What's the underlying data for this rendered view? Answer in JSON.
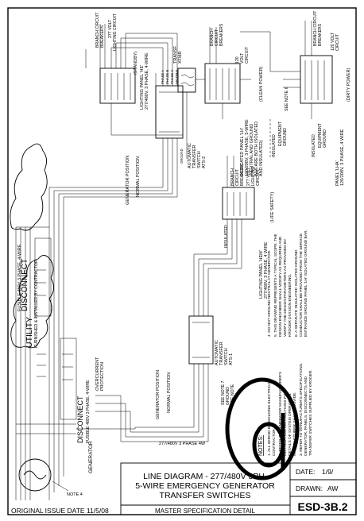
{
  "title_block": {
    "title_1": "LINE DIAGRAM - 277/480V 3PH,",
    "title_2": "5-WIRE EMERGENCY GENERATOR",
    "title_3": "TRANSFER SWITCHES",
    "subtitle": "MASTER SPECIFICATION DETAIL",
    "date_label": "DATE:",
    "date_value": "1/9/",
    "drawn_label": "DRAWN:",
    "drawn_value": "AW",
    "sheet_no": "ESD-3B.2"
  },
  "original_issue": "ORIGINAL ISSUE DATE 11/5/08",
  "note_4_ref": "NOTE 4",
  "utility": {
    "name": "UTILITY",
    "sub": "FURNISHED & INSTALLED BY CONTRACTOR"
  },
  "disconnect_top": {
    "label": "DISCONNECT",
    "rating": "FUSIBLE 480V 3 PHASE, 4-WIRE"
  },
  "disconnect_bottom": {
    "label": "DISCONNECT",
    "rating": "FUSIBLE 480V 3 PHASE, 4-WIRE"
  },
  "generator": {
    "label": "GENERATOR",
    "overcurrent_1": "OVERCURRENT",
    "overcurrent_2": "PROTECTION",
    "service_rating": "277/480V 3 PHASE 4W",
    "ground_1": "SEE NOTE 7",
    "ground_2": "GROUND",
    "ground_3": "SEE NOTE"
  },
  "ats_standby": {
    "title_1": "AUTOMATIC",
    "title_2": "TRANSFER",
    "title_3": "SWITCH",
    "title_4": "ATS-2",
    "normal_position": "NORMAL POSITION",
    "generator_position": "GENERATOR POSITION"
  },
  "ats_life_safety": {
    "title_1": "AUTOMATIC",
    "title_2": "TRANSFER",
    "title_3": "SWITCH",
    "title_4": "ATS-1",
    "normal_position": "NORMAL POSITION",
    "generator_position": "GENERATOR POSITION"
  },
  "panel_standby": {
    "title": "LIGHTING PANEL 'HE'",
    "rating": "277/480V, 3 PHASE, 4-WIRE",
    "breakers_1": "BRANCH CIRCUIT",
    "breakers_2": "BREAKERS",
    "circuit_1": "277 VOLT",
    "circuit_2": "LIGHTING CIRCUIT",
    "tag": "(STANDBY)"
  },
  "transformer": {
    "label_1": "TRANSF.",
    "label_2": "XFMR"
  },
  "panel_clean": {
    "title": "DEDICATED PANEL 'LH'",
    "rating_1": "120/208V, 3 PHASE, 5-WIRE",
    "rating_2": "(NEUTRAL AND GROUND",
    "rating_3": "BUS ARE BOTH ISOLATED",
    "rating_4": "AND INSULATED)",
    "breakers_1": "BRANCH",
    "breakers_2": "CIRCUIT",
    "breakers_3": "BREAKERS",
    "circuit_1": "120",
    "circuit_2": "VOLT",
    "circuit_3": "CIRCUIT",
    "tag": "(CLEAN POWER)",
    "insulated": "INSULATED",
    "equip_1": "EQUIPMENT",
    "equip_2": "GROUND",
    "see_note": "SEE NOTE 6"
  },
  "panel_dirty": {
    "title": "PANEL 'LHA'",
    "rating": "120/208V, 3 PHASE, 4 WIRE",
    "breakers_1": "BRANCH CIRCUIT",
    "breakers_2": "BREAKERS",
    "circuit_1": "120 VOLT",
    "circuit_2": "CIRCUIT",
    "tag": "(DIRTY POWER)",
    "insulated": "INSULATED",
    "equip_1": "EQUIPMENT",
    "equip_2": "GROUND"
  },
  "panel_life_safety": {
    "title": "LIGHTING PANEL 'HEM'",
    "rating": "277/480V, 3 PHASE, 4 WIRE",
    "breakers_1": "BRANCH",
    "breakers_2": "CIRCUIT",
    "breakers_3": "BREAKERS",
    "circuit_1": "277 VOLT",
    "circuit_2": "LIGHTING",
    "circuit_3": "CIRCUIT",
    "tag": "(LIFE SAFETY)",
    "insulated": "INSULATED"
  },
  "bus_labels": {
    "a": "PHASE A",
    "b": "PHASE B",
    "c": "PHASE C",
    "n": "NEUTRAL",
    "g": "GROUND"
  },
  "notes": {
    "heading": "NOTES:",
    "n1a": "1. ALL WIRING BY BUILDING ELECTRICAL",
    "n1b": "CONTRACTOR.",
    "n2a": "2. REFER TO GENERATOR MANUFACTURER'S",
    "n2b": "INSTALLATION INSTRUCTIONS FOR",
    "n2c": "DETAILS OF SYSTEM OPERATION.",
    "n2d": "MANUFACTURER SHALL PROVIDE.",
    "n3a": "3. REFER TO MANUFACTURER'S SPECIFICATIONS.",
    "n3b": "GENERATOR, PANELS, DISCONNECTS AND",
    "n3c": "TRANSFER SWITCHES SUPPLIED BY KROGER.",
    "n4": "4. DO NOT GROUND NEUTRAL AT GENERATOR.",
    "n5a": "5. THIS DRAWING REPRESENTS A TYPICAL SCOPE. THE",
    "n5b": "DESIGN ENGINEER SHALL MODIFY AS REQUIRED AND",
    "n5c": "VERIFY THE DESIGN PARAMETERS AS PROVIDED BY",
    "n5d": "KROGER DIVISION ENGINEERING.",
    "n6a": "6. A SEPARATE INSULATED ISOLATED GROUND",
    "n6b": "CONDUCTOR SHALL BE PROVIDED FROM THE SERVICE",
    "n6c": "ENTRANCE GROUND PANEL 'LH' ISOLATED GROUND BAR."
  }
}
